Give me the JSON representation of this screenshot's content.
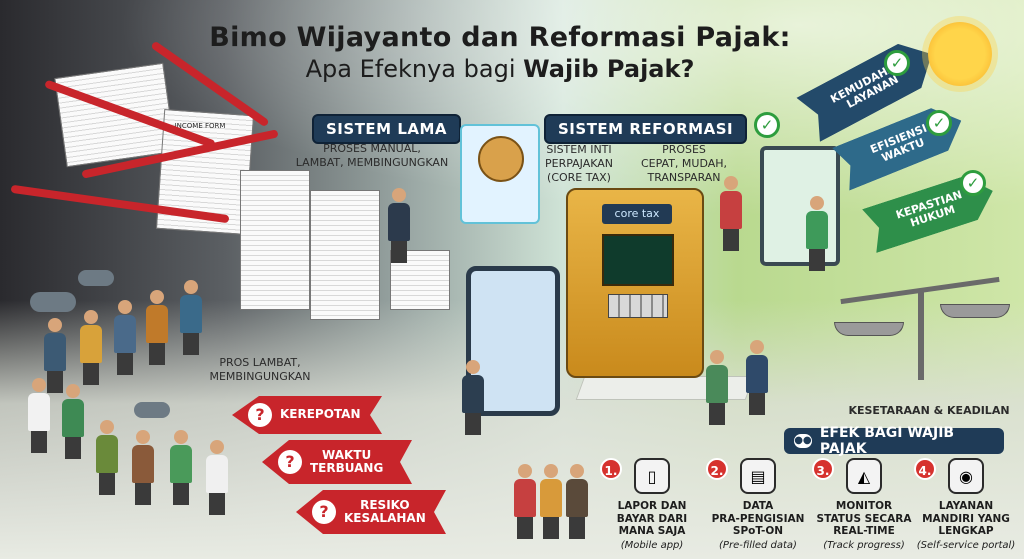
{
  "title": {
    "line1_prefix": "Bimo ",
    "line1_bold": "Wijayanto",
    "line1_mid": " dan ",
    "line1_bold2": "Reformasi Pajak:",
    "line2_prefix": "Apa Efeknya bagi ",
    "line2_bold": "Wajib Pajak?"
  },
  "old_system": {
    "label": "SISTEM LAMA",
    "note_top": "PROSES MANUAL,\nLAMBAT, MEMBINGUNGKAN",
    "note_bottom": "PROS LAMBAT,\nMEMBINGUNGKAN",
    "form_label": "INCOME FORM",
    "problems": [
      {
        "text": "KEREPOTAN"
      },
      {
        "text": "WAKTU\nTERBUANG"
      },
      {
        "text": "RESIKO\nKESALAHAN"
      }
    ]
  },
  "reform_system": {
    "label": "SISTEM REFORMASI",
    "note_left": "SISTEM INTI\nPERPAJAKAN\n(CORE TAX)",
    "note_right": "PROSES\nCEPAT, MUDAH,\nTRANSPARAN",
    "machine_label": "core tax"
  },
  "benefits": [
    {
      "text": "KEMUDAHAN\nLAYANAN",
      "color": "#234a6a"
    },
    {
      "text": "EFISIENSI\nWAKTU",
      "color": "#2e6a8a"
    },
    {
      "text": "KEPASTIAN\nHUKUM",
      "color": "#2e8f4a"
    }
  ],
  "equality_label": "KESETARAAN & KEADILAN",
  "effects": {
    "header": "EFEK BAGI WAJIB PAJAK",
    "items": [
      {
        "num": "1.",
        "icon": "phone-icon",
        "title": "LAPOR DAN\nBAYAR DARI\nMANA SAJA",
        "sub": "(Mobile app)"
      },
      {
        "num": "2.",
        "icon": "document-icon",
        "title": "DATA\nPRA-PENGISIAN\nSPoT-ON",
        "sub": "(Pre-filled data)"
      },
      {
        "num": "3.",
        "icon": "monitor-chart-icon",
        "title": "MONITOR\nSTATUS SECARA\nREAL-TIME",
        "sub": "(Track progress)"
      },
      {
        "num": "4.",
        "icon": "user-service-icon",
        "title": "LAYANAN\nMANDIRI YANG\nLENGKAP",
        "sub": "(Self-service portal)"
      }
    ]
  },
  "colors": {
    "navy": "#1f3b57",
    "red": "#c8252b",
    "green": "#2e9d3e",
    "gold": "#e9b547"
  }
}
